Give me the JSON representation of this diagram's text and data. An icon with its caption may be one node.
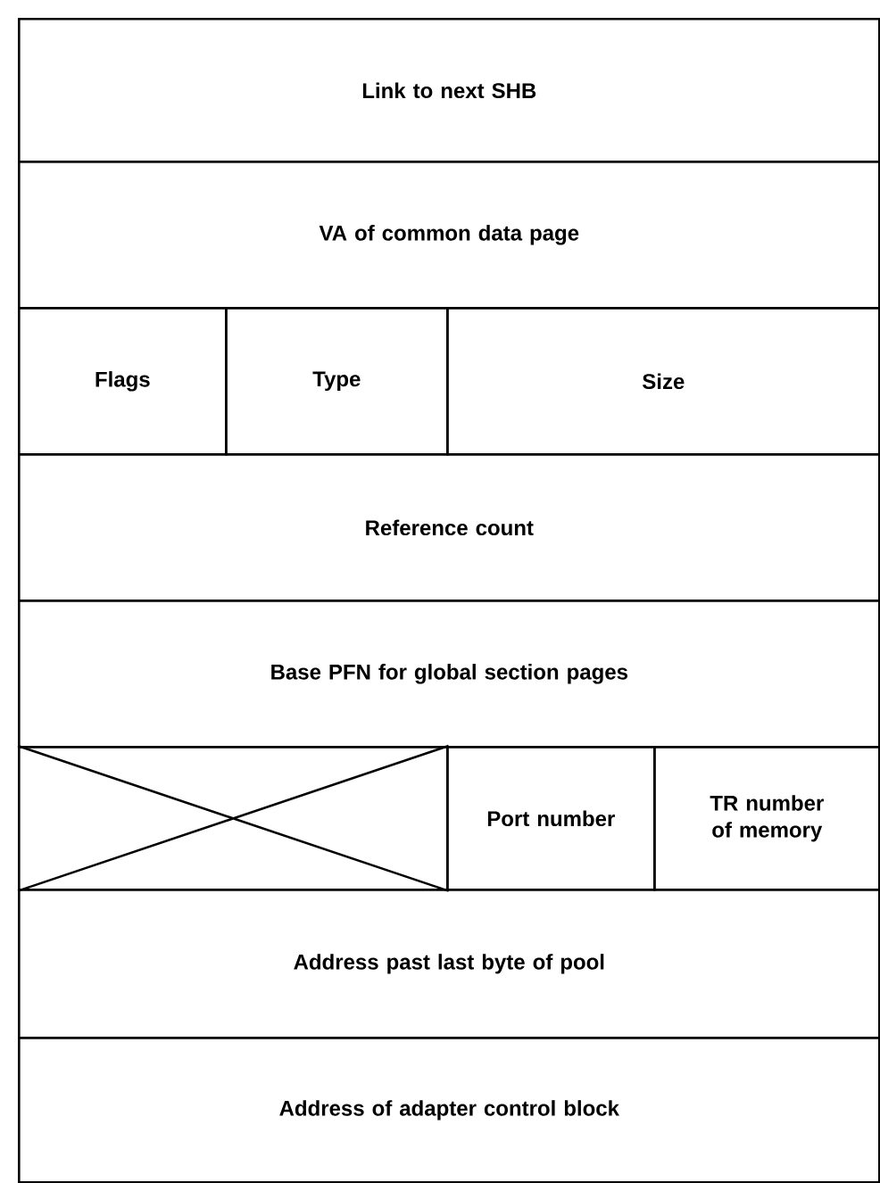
{
  "diagram": {
    "nodes": [
      {
        "text": [
          "Link to next SHB"
        ]
      },
      {
        "text": [
          "VA of common data page"
        ]
      },
      {
        "text": [
          "Flags"
        ]
      },
      {
        "text": [
          "Type"
        ]
      },
      {
        "text": [
          "Size"
        ]
      },
      {
        "text": [
          "Reference count"
        ]
      },
      {
        "text": [
          "Base PFN for global section pages"
        ]
      },
      {
        "text": [],
        "shape": "box"
      },
      {
        "text": [
          "Port number"
        ]
      },
      {
        "text": [
          "TR number of memory"
        ]
      },
      {
        "text": [
          "Address past last byte of pool"
        ]
      },
      {
        "text": [
          "Address of adapter control block"
        ]
      }
    ]
  }
}
